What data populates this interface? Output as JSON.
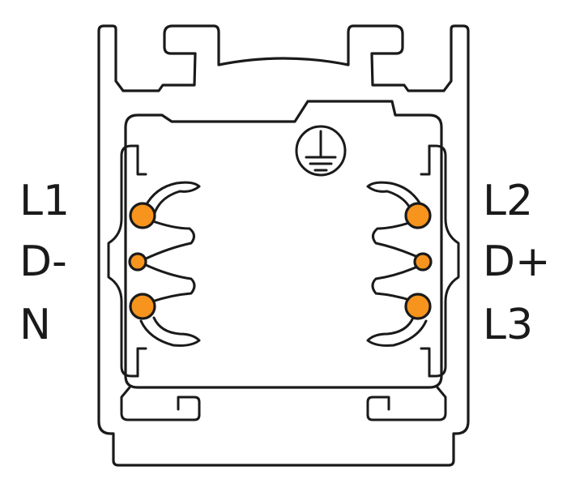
{
  "colors": {
    "contact_fill": "#f7941d",
    "line": "#1a1a1a"
  },
  "icons": {
    "ground": "protective-earth-ground-icon"
  },
  "labels": {
    "left": [
      "L1",
      "D-",
      "N"
    ],
    "right": [
      "L2",
      "D+",
      "L3"
    ]
  },
  "contacts": {
    "left": [
      "L1",
      "D-",
      "N"
    ],
    "right": [
      "L2",
      "D+",
      "L3"
    ]
  }
}
